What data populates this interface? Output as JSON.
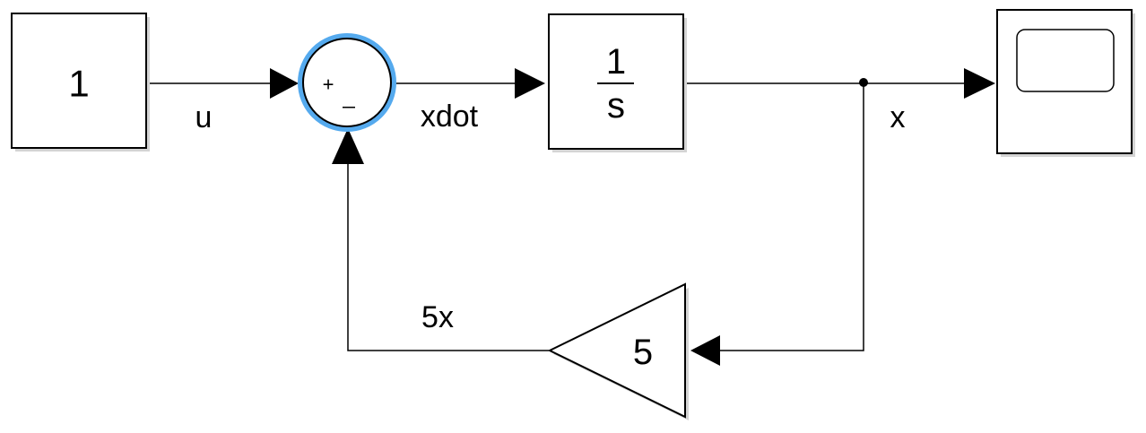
{
  "diagram": {
    "blocks": {
      "constant": {
        "value": "1"
      },
      "sum": {
        "signs": [
          "+",
          "_"
        ]
      },
      "integrator": {
        "numerator": "1",
        "denominator": "s"
      },
      "gain": {
        "value": "5"
      },
      "scope": {}
    },
    "signals": {
      "u": "u",
      "xdot": "xdot",
      "x": "x",
      "feedback": "5x"
    },
    "colors": {
      "selection": "#55aaee",
      "line": "#000000",
      "shadow": "#d4d4d4"
    }
  }
}
